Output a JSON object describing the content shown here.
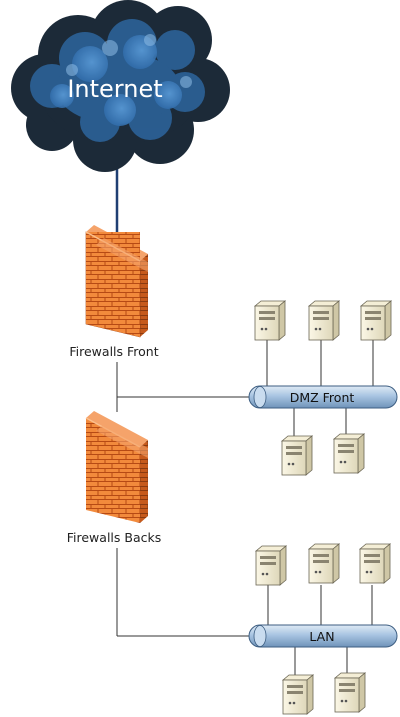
{
  "cloud": {
    "label": "Internet"
  },
  "firewall_front": {
    "label": "Firewalls Front"
  },
  "firewall_back": {
    "label": "Firewalls Backs"
  },
  "dmz_bus": {
    "label": "DMZ Front"
  },
  "lan_bus": {
    "label": "LAN"
  },
  "colors": {
    "firewall_brick": "#f07a2e",
    "firewall_dark": "#b84a12",
    "bus_fill": "#a8c4e0",
    "cloud_dark": "#1c2a38",
    "cloud_blue": "#3e7fbf",
    "uplink": "#1f3f73"
  }
}
